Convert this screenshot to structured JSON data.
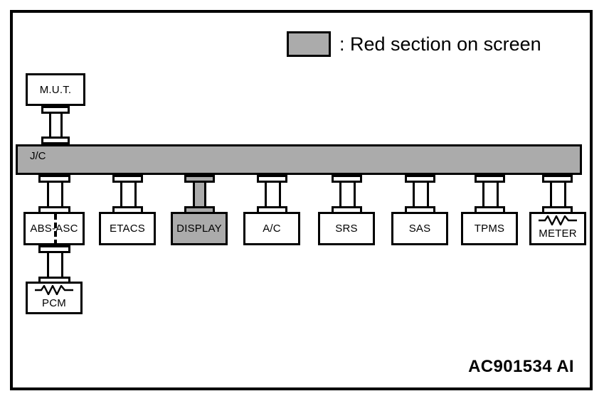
{
  "diagram": {
    "part_number": "AC901534 AI",
    "legend": {
      "swatch_icon": "gray-square-swatch",
      "text": ": Red section on screen",
      "swatch_color": "#ababab"
    },
    "bus": {
      "label": "J/C",
      "name": "junction-connector-bus",
      "fill_color": "#ababab"
    },
    "diagnostic_tool": {
      "label": "M.U.T.",
      "name": "mut-node"
    },
    "modules": [
      {
        "label": "ABS-ASC",
        "name": "abs-asc",
        "highlight": false,
        "divider": true,
        "resistor": false
      },
      {
        "label": "ETACS",
        "name": "etacs",
        "highlight": false,
        "divider": false,
        "resistor": false
      },
      {
        "label": "DISPLAY",
        "name": "display",
        "highlight": true,
        "divider": false,
        "resistor": false
      },
      {
        "label": "A/C",
        "name": "ac",
        "highlight": false,
        "divider": false,
        "resistor": false
      },
      {
        "label": "SRS",
        "name": "srs",
        "highlight": false,
        "divider": false,
        "resistor": false
      },
      {
        "label": "SAS",
        "name": "sas",
        "highlight": false,
        "divider": false,
        "resistor": false
      },
      {
        "label": "TPMS",
        "name": "tpms",
        "highlight": false,
        "divider": false,
        "resistor": false
      },
      {
        "label": "METER",
        "name": "meter",
        "highlight": false,
        "divider": false,
        "resistor": true
      }
    ],
    "powertrain": {
      "label": "PCM",
      "name": "pcm-node",
      "resistor": true
    },
    "colors": {
      "line": "#000000",
      "background": "#ffffff",
      "highlight": "#ababab"
    }
  }
}
